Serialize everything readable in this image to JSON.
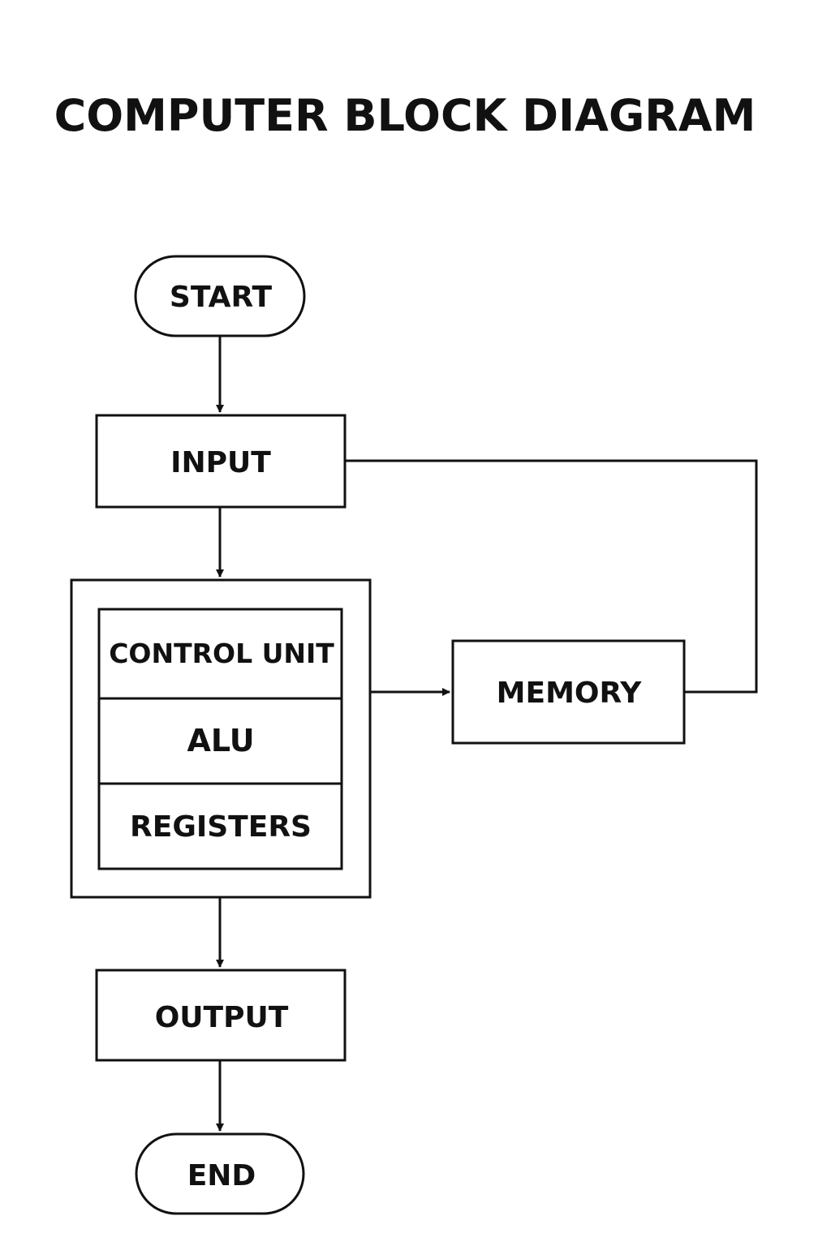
{
  "title": "COMPUTER BLOCK DIAGRAM",
  "nodes": {
    "start": "START",
    "input": "INPUT",
    "cpu": {
      "control_unit": "CONTROL UNIT",
      "alu": "ALU",
      "registers": "REGISTERS"
    },
    "memory": "MEMORY",
    "output": "OUTPUT",
    "end": "END"
  },
  "edges": [
    {
      "from": "start",
      "to": "input",
      "arrow": true
    },
    {
      "from": "input",
      "to": "cpu",
      "arrow": true
    },
    {
      "from": "cpu",
      "to": "memory",
      "arrow": true
    },
    {
      "from": "input",
      "to": "memory",
      "arrow": false
    },
    {
      "from": "cpu",
      "to": "output",
      "arrow": true
    },
    {
      "from": "output",
      "to": "end",
      "arrow": true
    }
  ],
  "colors": {
    "stroke": "#111111",
    "background": "#ffffff"
  }
}
